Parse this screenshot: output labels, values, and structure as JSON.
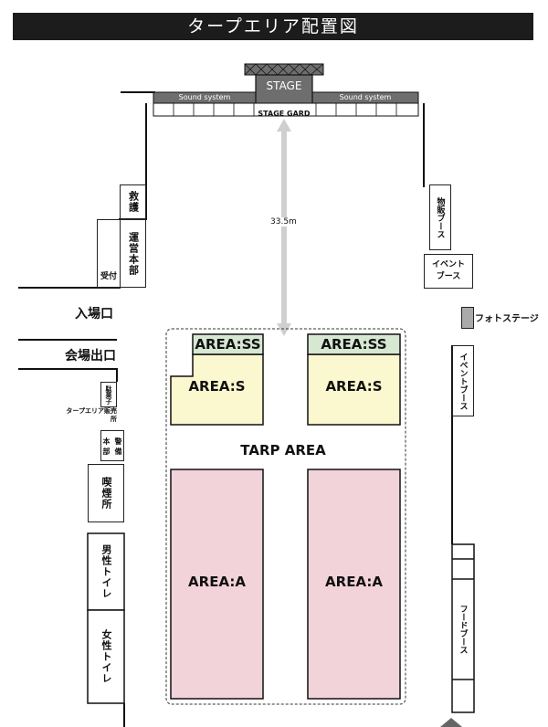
{
  "title": "タープエリア配置図",
  "stage": {
    "label": "STAGE",
    "sound_left": "Sound system",
    "sound_right": "Sound system",
    "guard": "STAGE GARD"
  },
  "distance": "33.5m",
  "left_booths": {
    "rescue": "救護",
    "hq": "運営本部",
    "reception": "受付"
  },
  "entrances": {
    "entry": "入場口",
    "exit": "会場出口"
  },
  "left_lower": {
    "candy": "駄菓子",
    "tarp_sales": "タープエリア販売所",
    "guard": "警備本部",
    "guard_a": "警 備",
    "guard_b": "本 部",
    "smoking": "喫煙所",
    "men_toilet": "男性トイレ",
    "women_toilet": "女性トイレ"
  },
  "right_booths": {
    "goods": "物販ブース",
    "event1": "イベントブース",
    "photo": "フォトステージ",
    "event2": "イベントブース",
    "food": "フードブース"
  },
  "tarp": {
    "label": "TARP AREA",
    "ss": "AREA:SS",
    "s": "AREA:S",
    "a": "AREA:A"
  },
  "colors": {
    "ss": "#d6e7d2",
    "s": "#fbf7cf",
    "a": "#f2d3da",
    "stage": "#6e6e6e"
  }
}
